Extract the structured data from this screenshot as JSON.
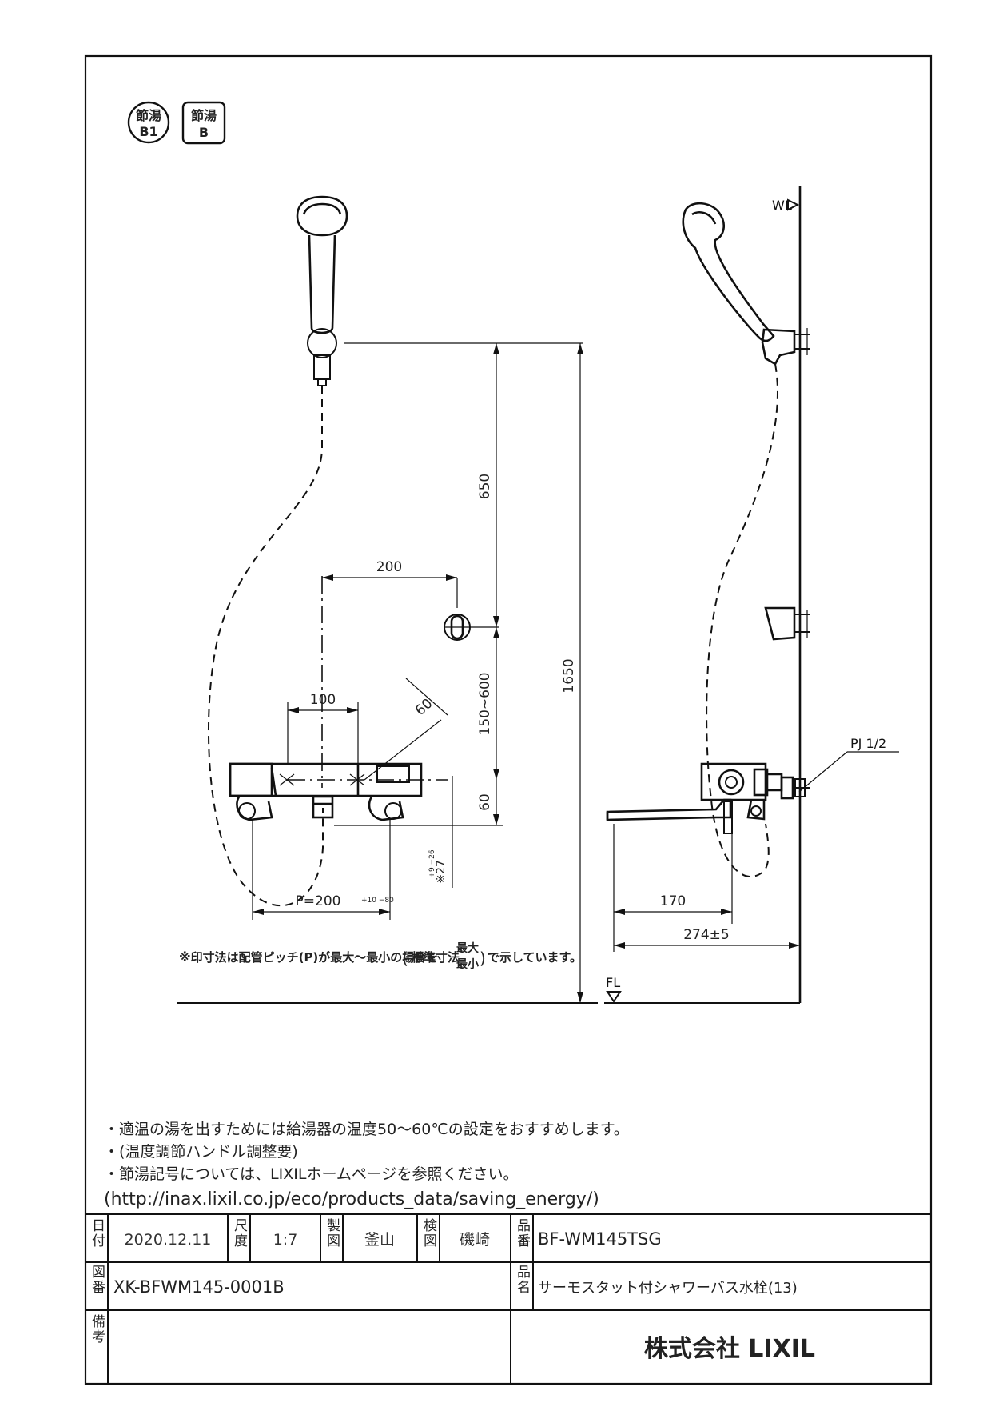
{
  "badges": [
    {
      "top": "節湯",
      "bottom": "B1"
    },
    {
      "top": "節湯",
      "bottom": "B"
    }
  ],
  "dimensions": {
    "d650": "650",
    "d200": "200",
    "d1650": "1650",
    "d100": "100",
    "d60_angle": "60",
    "d150_600": "150~600",
    "d60": "60",
    "d27": "※27",
    "d27_tol": "+9 −26",
    "pitch": "P=200",
    "pitch_tol": "+10 −80",
    "d170": "170",
    "d274": "274±5",
    "pj": "PJ 1/2",
    "wl": "WL",
    "fl": "FL"
  },
  "drawing_note": {
    "prefix": "※印寸法は配管ピッチ(P)が最大～最小の場合を",
    "bracket_text": "標準寸法",
    "max": "最大",
    "min": "最小",
    "suffix": "で示しています。"
  },
  "notes": [
    "・適温の湯を出すためには給湯器の温度50～60℃の設定をおすすめします。",
    "・(温度調節ハンドル調整要)",
    "・節湯記号については、LIXILホームページを参照ください。",
    "(http://inax.lixil.co.jp/eco/products_data/saving_energy/)"
  ],
  "title_block": {
    "date_label": "日付",
    "date": "2020.12.11",
    "scale_label": "尺度",
    "scale": "1:7",
    "drawn_label": "製図",
    "drawn": "釜山",
    "checked_label": "検図",
    "checked": "磯崎",
    "product_no_label": "品番",
    "product_no": "BF-WM145TSG",
    "drawing_no_label": "図番",
    "drawing_no": "XK-BFWM145-0001B",
    "product_name_label": "品名",
    "product_name": "サーモスタット付シャワーバス水栓(13)",
    "remarks_label": "備考",
    "company": "株式会社 LIXIL"
  }
}
